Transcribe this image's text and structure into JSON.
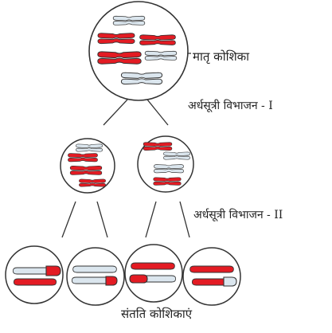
{
  "labels": {
    "mother_cell": "मातृ कोशिका",
    "meiosis_1": "अर्धसूत्री विभाजन - I",
    "meiosis_2": "अर्धसूत्री विभाजन - II",
    "daughter_cells": "संतति कोशिकाएं"
  },
  "colors": {
    "red_chromosome": "#e31b23",
    "blue_chromosome": "#dbe6ee",
    "outline": "#333333"
  }
}
